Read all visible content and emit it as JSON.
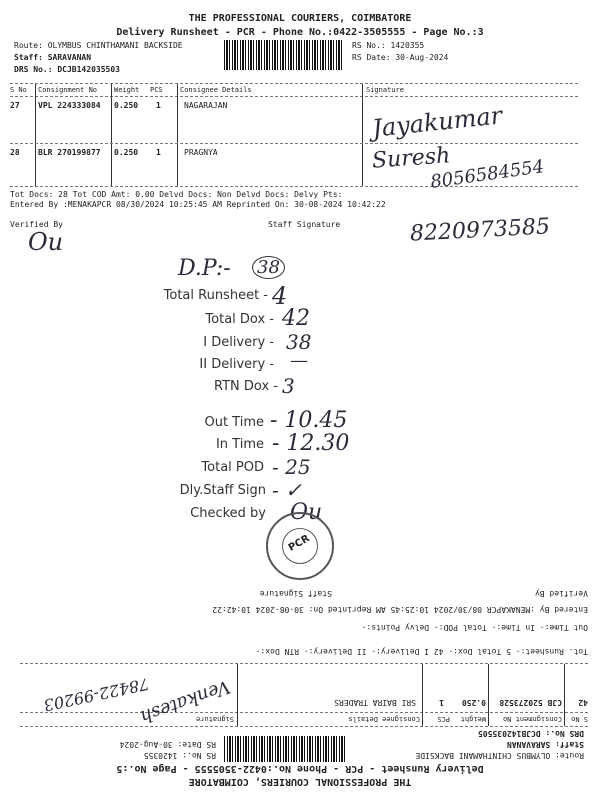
{
  "top": {
    "title": "THE PROFESSIONAL COURIERS, COIMBATORE",
    "subtitle": "Delivery Runsheet - PCR - Phone No.:0422-3505555 - Page No.:3",
    "route": "Route: OLYMBUS CHINTHAMANI BACKSIDE",
    "staff": "Staff: SARAVANAN",
    "drs": "DRS No.: DCJB142035503",
    "rs_no": "RS No.: 1420355",
    "rs_date": "RS Date: 30-Aug-2024",
    "headers": [
      "S No",
      "Consignment No",
      "Weight",
      "PCS",
      "Consignee Details",
      "Signature"
    ],
    "rows": [
      {
        "sno": "27",
        "cno": "VPL 224333084",
        "weight": "0.250",
        "pcs": "1",
        "consignee": "NAGARAJAN"
      },
      {
        "sno": "28",
        "cno": "BLR 270199877",
        "weight": "0.250",
        "pcs": "1",
        "consignee": "PRAGNYA"
      }
    ],
    "summary": "Tot Docs:  28   Tot COD Amt:    0.00   Delvd Docs:     Non Delvd Docs:     Delvy Pts:",
    "entered": "Entered By :MENAKAPCR 08/30/2024 10:25:45 AM     Reprinted On: 30-08-2024 10:42:22",
    "verified": "Verified By",
    "staff_sig": "Staff Signature"
  },
  "handwriting": {
    "sig1": "Jayakumar",
    "sig2": "Suresh",
    "phone1": "8056584554",
    "phone2": "8220973585",
    "verified_initials": "Ou"
  },
  "stamp": {
    "dp_label": "D.P:-",
    "dp_value": "38",
    "labels": [
      "Total Runsheet -",
      "Total Dox -",
      "I Delivery -",
      "II Delivery -",
      "RTN Dox -",
      "Out Time",
      "In Time",
      "Total POD",
      "Dly.Staff Sign",
      "Checked by"
    ],
    "values": [
      "4",
      "42",
      "38",
      "—",
      "3",
      "- 10.45",
      "- 12.30",
      "- 25",
      "- ✓",
      "Ou"
    ],
    "seal_text": "PCR"
  },
  "bottom": {
    "title": "THE PROFESSIONAL COURIERS, COIMBATORE",
    "subtitle": "Delivery Runsheet - PCR - Phone No.:0422-3505555 - Page No.:5",
    "route": "Route: OLYMBUS CHINTHAMANI BACKSIDE",
    "staff": "Staff: SARAVANAN",
    "drs": "DRS No.: DCJB142035505",
    "rs_no": "RS No.: 1420355",
    "rs_date": "RS Date: 30-Aug-2024",
    "headers": [
      "S No",
      "Consignment No",
      "Weight",
      "PCS",
      "Consignee Details",
      "Signature"
    ],
    "row": {
      "sno": "42",
      "cno": "CJB 520273528",
      "weight": "0.250",
      "pcs": "1",
      "consignee": "SRI BAIRA TRADERS"
    },
    "summary1": "Tot. Runsheet:- 5     Total Dox:-  42     I Delivery:-           II Delivery:-              RTN Dox:-",
    "summary2": "Out Time:-           In Time:-          Total POD:-     Delvy Points:-",
    "entered": "Entered By :MENAKAPCR 08/30/2024 10:25:45 AM     Reprinted On: 30-08-2024 10:42:22",
    "verified": "Verified By",
    "staff_sig": "Staff Signature",
    "hw_sig": "Venkatesh",
    "hw_phone": "78422-99203"
  }
}
